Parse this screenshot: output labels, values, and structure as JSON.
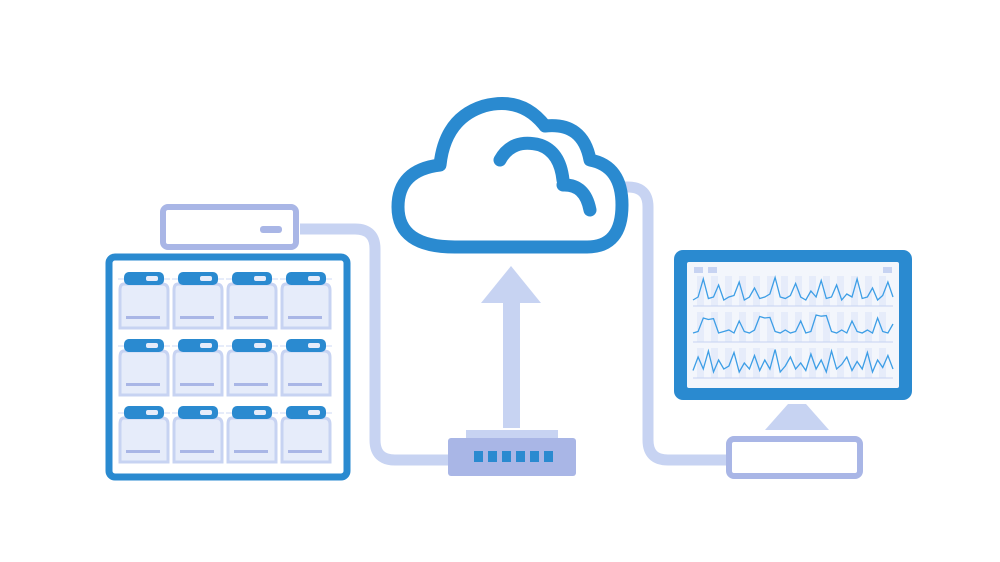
{
  "colors": {
    "primary_blue": "#2a8ad0",
    "light_blue": "#c7d3f2",
    "mid_blue": "#a9b6e6",
    "pale_blue": "#e6ecfa",
    "screen_bg": "#f3f6fc",
    "chart_line": "#3d9ee6",
    "white": "#ffffff"
  },
  "icons": {
    "cloud": "cloud-icon",
    "arrow": "arrow-up-icon",
    "switch": "network-switch-icon",
    "server_rack": "server-rack-icon",
    "monitor": "monitor-icon",
    "device": "storage-device-icon"
  },
  "chart_data": {
    "type": "line",
    "series": [
      {
        "values": [
          0.2,
          0.3,
          0.9,
          0.25,
          0.3,
          0.7,
          0.2,
          0.3,
          0.35,
          0.8,
          0.2,
          0.3,
          0.6,
          0.25,
          0.3,
          0.4,
          0.95,
          0.3,
          0.25,
          0.35,
          0.75,
          0.3,
          0.2,
          0.5,
          0.3,
          0.85,
          0.25,
          0.3,
          0.7,
          0.2,
          0.4,
          0.3,
          0.9,
          0.25,
          0.3,
          0.6,
          0.2,
          0.35,
          0.8,
          0.3
        ]
      },
      {
        "values": [
          0.3,
          0.35,
          0.8,
          0.75,
          0.78,
          0.3,
          0.35,
          0.4,
          0.3,
          0.7,
          0.35,
          0.3,
          0.4,
          0.85,
          0.8,
          0.82,
          0.35,
          0.3,
          0.4,
          0.3,
          0.35,
          0.7,
          0.3,
          0.35,
          0.9,
          0.86,
          0.88,
          0.35,
          0.3,
          0.4,
          0.3,
          0.7,
          0.35,
          0.3,
          0.4,
          0.3,
          0.8,
          0.35,
          0.3,
          0.6
        ]
      },
      {
        "values": [
          0.25,
          0.7,
          0.3,
          0.9,
          0.2,
          0.6,
          0.3,
          0.4,
          0.85,
          0.2,
          0.5,
          0.3,
          0.75,
          0.25,
          0.6,
          0.3,
          0.95,
          0.2,
          0.4,
          0.7,
          0.3,
          0.5,
          0.25,
          0.8,
          0.3,
          0.6,
          0.2,
          0.9,
          0.3,
          0.45,
          0.7,
          0.25,
          0.55,
          0.3,
          0.85,
          0.2,
          0.6,
          0.35,
          0.75,
          0.3
        ]
      }
    ]
  }
}
